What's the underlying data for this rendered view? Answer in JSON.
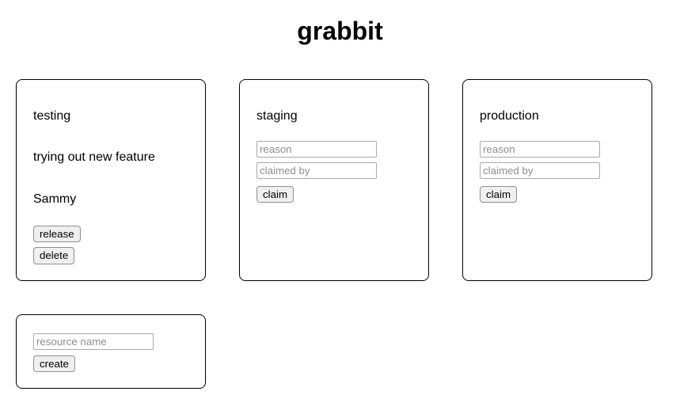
{
  "app": {
    "title": "grabbit"
  },
  "colors": {
    "background": "#ffffff",
    "text": "#000000",
    "card_border": "#000000",
    "button_background": "#efefef",
    "button_border": "#8f8f8f",
    "input_border": "#a9a9a9",
    "placeholder_text": "#8e8e8e"
  },
  "resources": [
    {
      "name": "testing",
      "reason": "trying out new feature",
      "claimed_by": "Sammy",
      "release_button_label": "release",
      "delete_button_label": "delete"
    },
    {
      "name": "staging",
      "reason_placeholder": "reason",
      "claimed_by_placeholder": "claimed by",
      "claim_button_label": "claim"
    },
    {
      "name": "production",
      "reason_placeholder": "reason",
      "claimed_by_placeholder": "claimed by",
      "claim_button_label": "claim"
    }
  ],
  "create_panel": {
    "resource_name_placeholder": "resource name",
    "create_button_label": "create"
  }
}
